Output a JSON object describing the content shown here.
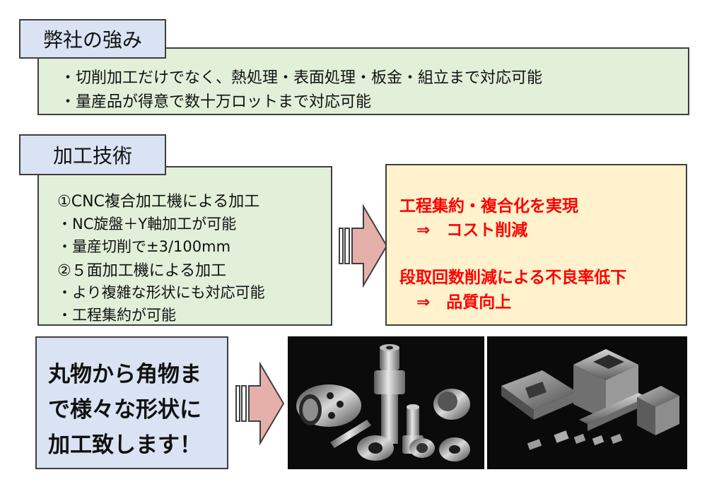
{
  "strengths": {
    "title": "弊社の強み",
    "items": [
      "・切削加工だけでなく、熱処理・表面処理・板金・組立まで対応可能",
      "・量産品が得意で数十万ロットまで対応可能"
    ]
  },
  "technology": {
    "title": "加工技術",
    "items": [
      "①CNC複合加工機による加工",
      "・NC旋盤＋Y軸加工が可能",
      "・量産切削で±3/100mm",
      "②５面加工機による加工",
      "・より複雑な形状にも対応可能",
      "・工程集約が可能"
    ]
  },
  "benefits": {
    "line1": "工程集約・複合化を実現",
    "line2": "⇒　コスト削減",
    "line3": "段取回数削減による不良率低下",
    "line4": "⇒　品質向上"
  },
  "shapes": {
    "line1": "丸物から角物ま",
    "line2": "で様々な形状に",
    "line3": "加工致します！"
  },
  "colors": {
    "green_box": "#e2efd9",
    "blue_box": "#dae3f3",
    "yellow_box": "#fff2cc",
    "arrow_fill": "#e6b0aa",
    "red_text": "#ff0000"
  }
}
